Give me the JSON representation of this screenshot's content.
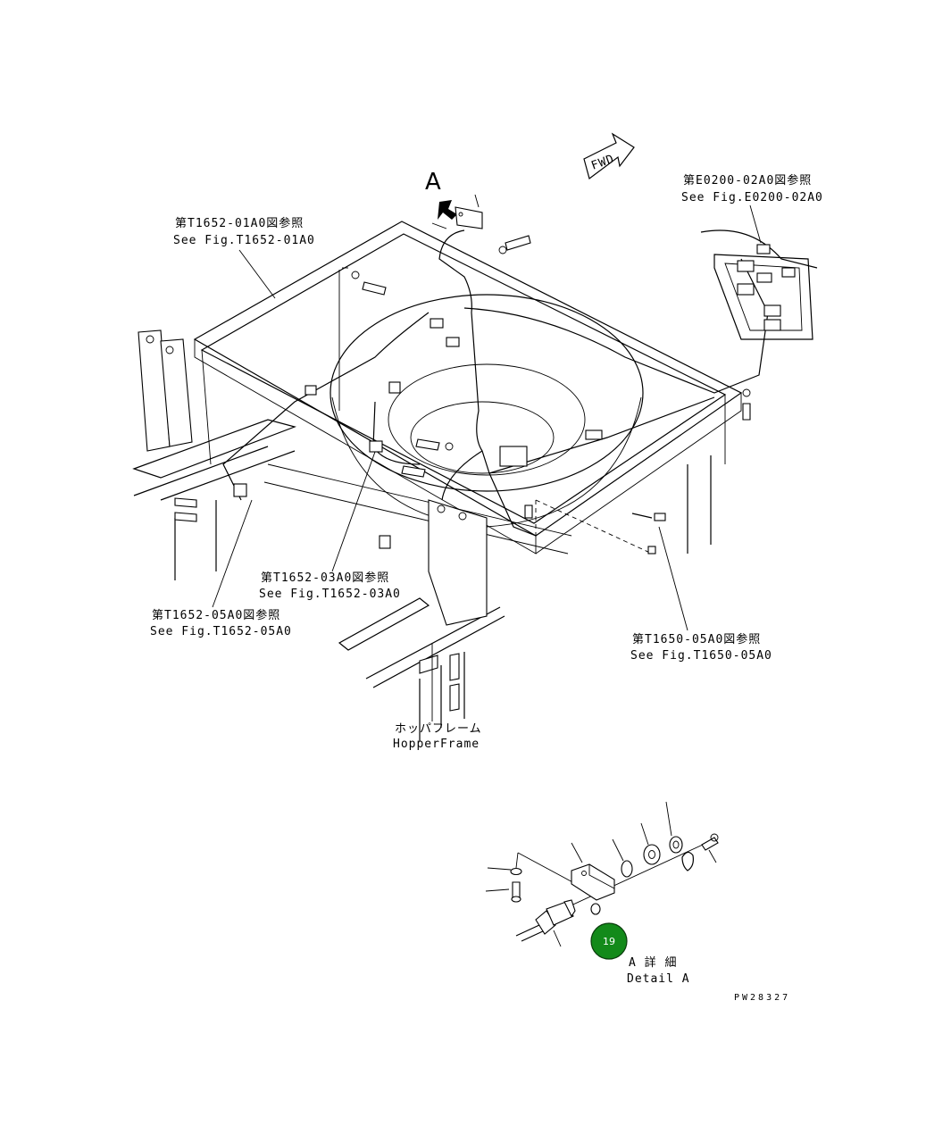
{
  "labels": {
    "fwd": "FWD",
    "view_a": "A",
    "ref_e0200_jp": "第E0200-02A0図参照",
    "ref_e0200_en": "See Fig.E0200-02A0",
    "ref_t1652_01_jp": "第T1652-01A0図参照",
    "ref_t1652_01_en": "See Fig.T1652-01A0",
    "ref_t1652_03_jp": "第T1652-03A0図参照",
    "ref_t1652_03_en": "See Fig.T1652-03A0",
    "ref_t1652_05_jp": "第T1652-05A0図参照",
    "ref_t1652_05_en": "See Fig.T1652-05A0",
    "ref_t1650_05_jp": "第T1650-05A0図参照",
    "ref_t1650_05_en": "See Fig.T1650-05A0",
    "hopper_jp": "ホッパフレーム",
    "hopper_en": "HopperFrame",
    "detail_jp": "A 詳 細",
    "detail_en": "Detail A",
    "drawing_no": "PW28327"
  },
  "callout": {
    "number": "19",
    "color": "#138a1a"
  }
}
